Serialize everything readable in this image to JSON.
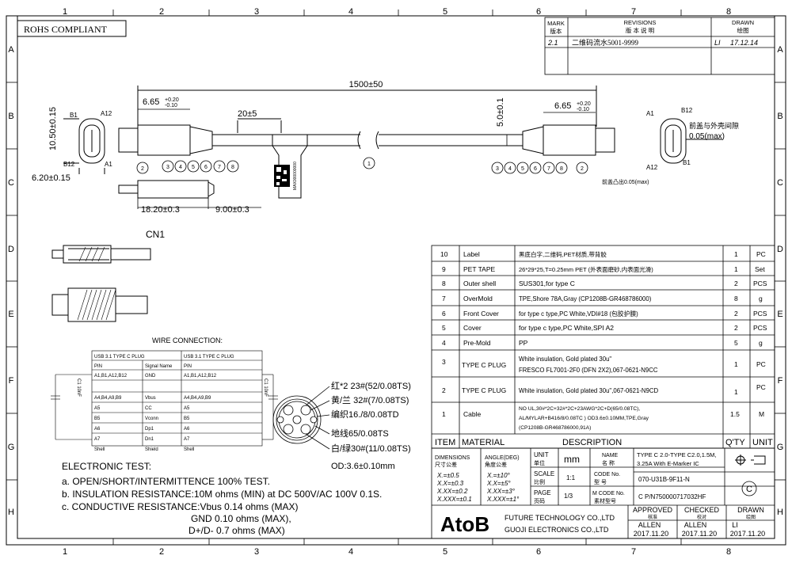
{
  "frame": {
    "col_labels": [
      "1",
      "2",
      "3",
      "4",
      "5",
      "6",
      "7",
      "8"
    ],
    "row_labels": [
      "A",
      "B",
      "C",
      "D",
      "E",
      "F",
      "G",
      "H"
    ]
  },
  "compliance": "ROHS COMPLIANT",
  "revisions": {
    "headers": {
      "mark": "MARK",
      "mark_cn": "版本",
      "rev": "REVISIONS",
      "rev_cn": "版 本 说 明",
      "drawn": "DRAWN",
      "drawn_cn": "绘图"
    },
    "row": {
      "mark": "2.1",
      "desc": "二维码流水5001-9999",
      "drawn_by": "LI",
      "date": "17.12.14"
    }
  },
  "dimensions": {
    "overall": "1500±50",
    "left_plug_len": "6.65",
    "tol_plus": "+0.20",
    "tol_minus": "-0.10",
    "right_plug_len": "6.65",
    "label_pos": "20±5",
    "plug_height": "10.50±0.15",
    "plug_width": "6.20±0.15",
    "shell_len": "18.20±0.3",
    "mold_len": "9.00±0.3",
    "cable_od": "5.0±0.1",
    "gap_note": "前盖与外壳间隙",
    "gap_value": "0.05(max)",
    "protrusion": "前盖凸出0.05(max)",
    "pin_labels": {
      "b1": "B1",
      "a12": "A12",
      "b12": "B12",
      "a1": "A1",
      "ra1": "A1",
      "rb12": "B12",
      "ra12": "A12",
      "rb1": "B1"
    }
  },
  "balloons": [
    "1",
    "2",
    "3",
    "4",
    "5",
    "6",
    "7",
    "8"
  ],
  "cn1": "CN1",
  "wire_connection": {
    "title": "WIRE CONNECTION:",
    "headers": [
      "USB 3.1 TYPE C PLUG",
      "USB 3.1 TYPE C PLUG"
    ],
    "subheaders": [
      "PIN",
      "Signal Name",
      "PIN"
    ],
    "rows": [
      [
        "A1,B1,A12,B12",
        "GND",
        "A1,B1,A12,B12"
      ],
      [
        "A4,B4,A9,B9",
        "Vbus",
        "A4,B4,A9,B9"
      ],
      [
        "A5",
        "CC",
        "A5"
      ],
      [
        "B5",
        "Vconn",
        "B5"
      ],
      [
        "A6",
        "Dp1",
        "A6"
      ],
      [
        "A7",
        "Dn1",
        "A7"
      ],
      [
        "Shell",
        "Shield",
        "Shell"
      ]
    ],
    "cap_left": "C1 10nF",
    "cap_right": "C1 10nF"
  },
  "cable_section": {
    "labels": [
      "红*2 23#(52/0.08TS)",
      "黄/兰 32#(7/0.08TS)",
      "编织16./8/0.08TD",
      "地线65/0.08TS",
      "白/绿30#(11/0.08TS)",
      "OD:3.6±0.10mm"
    ]
  },
  "electronic_test": {
    "title": "ELECTRONIC TEST:",
    "lines": [
      "a. OPEN/SHORT/INTERMITTENCE 100% TEST.",
      "b. INSULATION RESISTANCE:10M ohms  (MIN) at DC 500V/AC 100V 0.1S.",
      "c. CONDUCTIVE RESISTANCE:Vbus  0.14 ohms   (MAX)",
      "GND 0.10 ohms   (MAX),",
      "D+/D- 0.7 ohms (MAX)"
    ]
  },
  "bom": {
    "rows": [
      {
        "item": "10",
        "material": "Label",
        "desc": "黑底白字,二维码,PET材质,带背胶",
        "qty": "1",
        "unit": "PC"
      },
      {
        "item": "9",
        "material": "PET TAPE",
        "desc": "26*29*25,T=0.25mm PET          (外表面磨砂,内表面光滑)",
        "qty": "1",
        "unit": "Set"
      },
      {
        "item": "8",
        "material": "Outer shell",
        "desc": "SUS301,for type C",
        "qty": "2",
        "unit": "PCS"
      },
      {
        "item": "7",
        "material": "OverMold",
        "desc": "TPE,Shore 78A,Gray (CP1208B-GR468786000)",
        "qty": "8",
        "unit": "g"
      },
      {
        "item": "6",
        "material": "Front Cover",
        "desc": "for type c type,PC  White,VDI#18          (包胶护膜)",
        "qty": "2",
        "unit": "PCS"
      },
      {
        "item": "5",
        "material": "Cover",
        "desc": "for type c type,PC White,SPI A2",
        "qty": "2",
        "unit": "PCS"
      },
      {
        "item": "4",
        "material": "Pre-Mold",
        "desc": "PP",
        "qty": "5",
        "unit": "g"
      },
      {
        "item": "3",
        "material": "TYPE C PLUG",
        "desc": "White insulation, Gold plated 30u\"",
        "desc2": "FRESCO FL7001-2F0 (DFN 2X2),067-0621-N9CC",
        "qty": "1",
        "unit": "PC"
      },
      {
        "item": "2",
        "material": "TYPE C PLUG",
        "desc": "White insulation, Gold plated 30u\",067-0621-N9CD",
        "qty": "1",
        "unit": "PC"
      },
      {
        "item": "1",
        "material": "Cable",
        "desc": "NO UL,30#*2C+32#*2C+23AWG*2C+D(65/0.08TC),",
        "desc2": "AL/MYLAR+B416/8/0.08TC ) OD3.6±0.10MM,TPE,Gray",
        "desc3": "(CP1208B-GR468786000,91A)",
        "qty": "1.5",
        "unit": "M"
      }
    ],
    "header": {
      "item": "ITEM",
      "material": "MATERIAL",
      "desc": "DESCRIPTION",
      "qty": "Q'TY",
      "unit": "UNIT"
    }
  },
  "title_block": {
    "dimensions_label": "DIMENSIONS",
    "dimensions_cn": "尺寸公差",
    "angle_label": "ANGLE(DEG)",
    "angle_cn": "角度公差",
    "tols": [
      "X.=±0.5",
      "X.X=±0.3",
      "X.XX=±0.2",
      "X.XXX=±0.1"
    ],
    "angle_tols": [
      "X.=±10°",
      "X.X=±5°",
      "X.XX=±3°",
      "X.XXX=±1°"
    ],
    "unit_label": "UNIT",
    "unit_cn": "单位",
    "unit_value": "mm",
    "scale_label": "SCALE",
    "scale_cn": "比例",
    "scale_value": "1:1",
    "page_label": "PAGE",
    "page_cn": "页码",
    "page_value": "1/3",
    "name_label": "NAME",
    "name_cn": "名 称",
    "name_value_1": "TYPE C 2.0-TYPE C2.0,1.5M,",
    "name_value_2": "3.25A With E-Marker IC",
    "code_label": "CODE No.",
    "code_cn": "型 号",
    "code_value": "070-U31B-9F11-N",
    "mcode_label": "M CODE No.",
    "mcode_cn": "素材型号",
    "mcode_value": "C P/N750000717032HF",
    "logo": "AtoB",
    "company_1": "FUTURE TECHNOLOGY CO.,LTD",
    "company_2": "GUOJI ELECTRONICS CO.,LTD",
    "approved": "APPROVED",
    "approved_cn": "核准",
    "approved_by": "ALLEN",
    "approved_date": "2017.11.20",
    "checked": "CHECKED",
    "checked_cn": "校对",
    "checked_by": "ALLEN",
    "checked_date": "2017.11.20",
    "drawn": "DRAWN",
    "drawn_cn": "绘图",
    "drawn_by": "LI",
    "drawn_date": "2017.11.20",
    "copyright": "C"
  },
  "label_tag_text": "MAX000000000"
}
